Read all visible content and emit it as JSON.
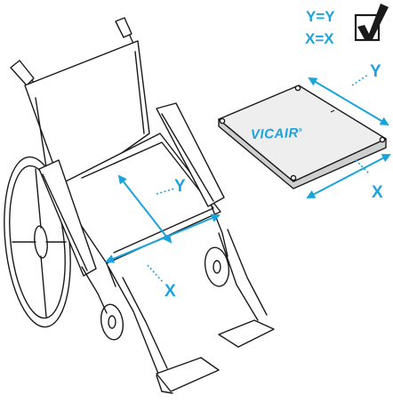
{
  "legend": {
    "eq_y": "Y=Y",
    "eq_x": "X=X",
    "check_icon": "check-box-icon"
  },
  "cushion": {
    "brand": "VICAIR",
    "label_y": "Y",
    "label_x": "X"
  },
  "seat": {
    "label_y": "Y",
    "label_x": "X"
  },
  "colors": {
    "accent": "#1aa3dc",
    "ink": "#1a1a1a",
    "cushion_fill": "#eeeeee"
  }
}
